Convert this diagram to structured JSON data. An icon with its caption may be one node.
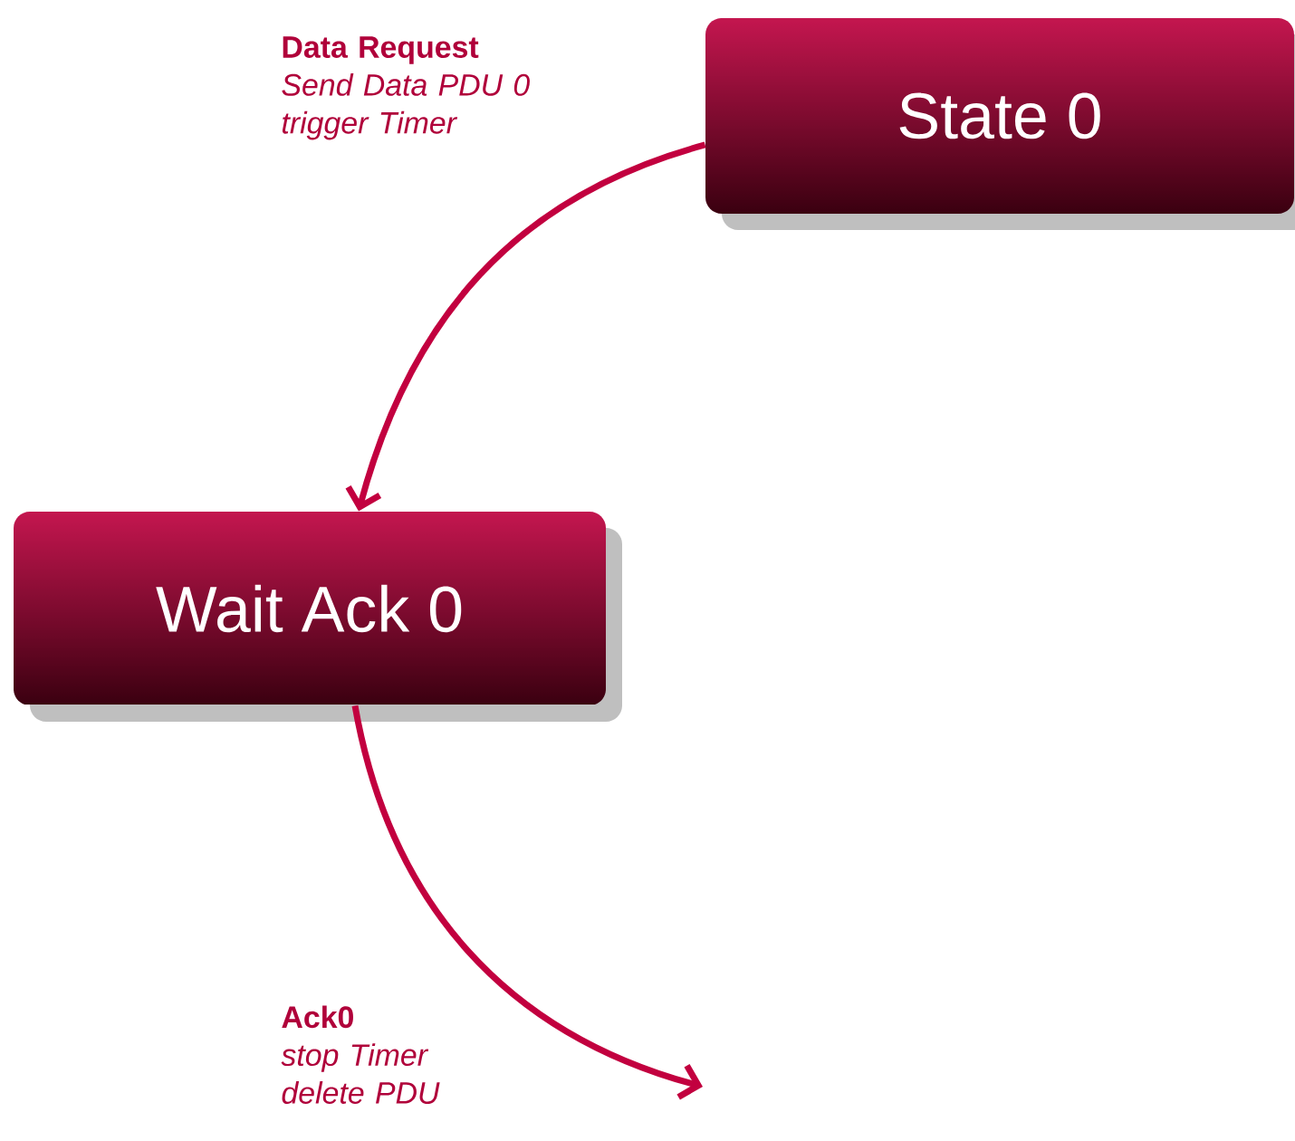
{
  "diagram": {
    "nodes": [
      {
        "text": [
          "State 0"
        ]
      },
      {
        "text": [
          "Wait Ack 0"
        ]
      }
    ],
    "edges": [
      {
        "from": 0,
        "to": 1,
        "arrow": "to",
        "label": "**Data Request** *Send Data PDU 0 trigger Timer*"
      },
      {
        "from": 1,
        "to": null,
        "arrow": "to",
        "label": "**Ack0** *stop Timer delete PDU*"
      }
    ]
  }
}
